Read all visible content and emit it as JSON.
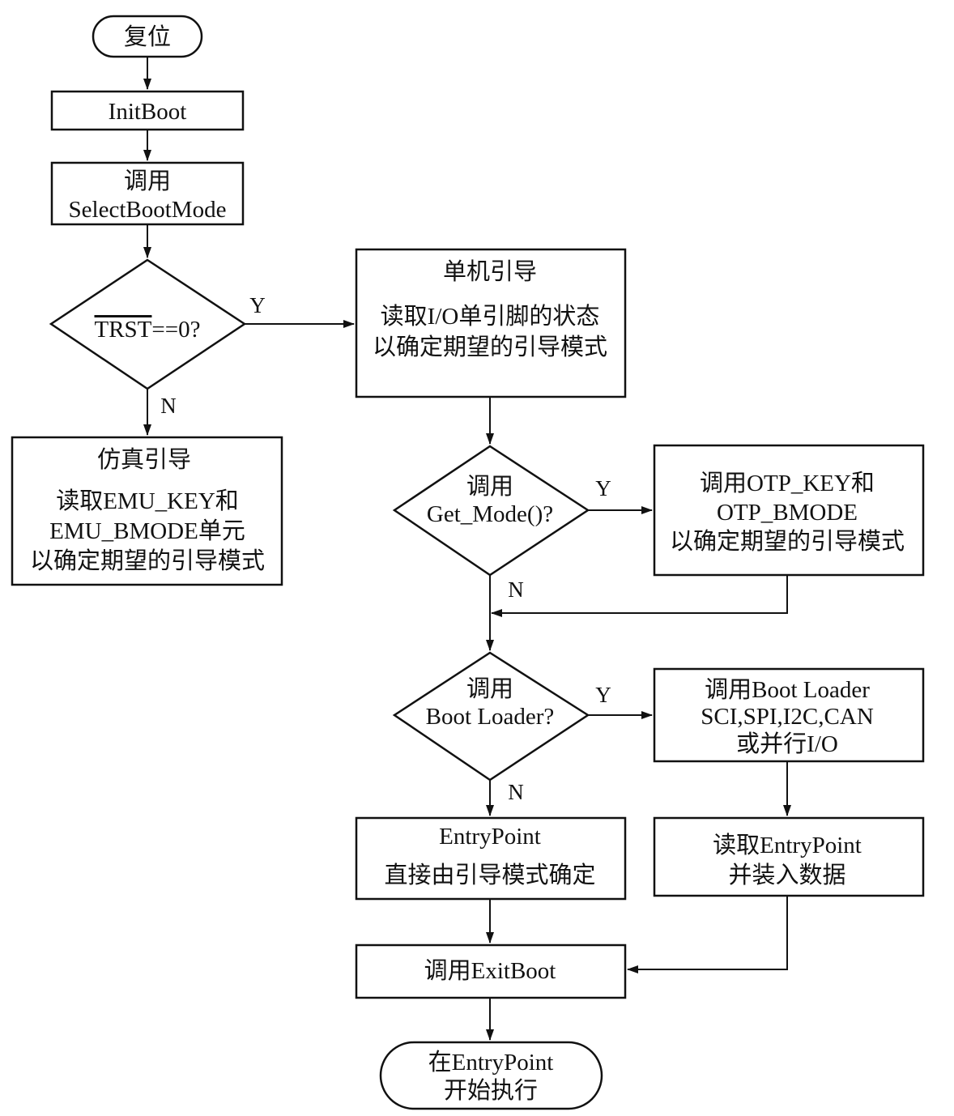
{
  "nodes": {
    "reset": "复位",
    "init_boot": "InitBoot",
    "select_boot": {
      "line1": "调用",
      "line2": "SelectBootMode"
    },
    "trst": {
      "overline": "TRST",
      "rest": "==0?"
    },
    "standalone": {
      "title": "单机引导",
      "line1": "读取I/O单引脚的状态",
      "line2": "以确定期望的引导模式"
    },
    "emulation": {
      "title": "仿真引导",
      "line1": "读取EMU_KEY和",
      "line2": "EMU_BMODE单元",
      "line3": "以确定期望的引导模式"
    },
    "get_mode": {
      "line1": "调用",
      "line2": "Get_Mode()?"
    },
    "otp": {
      "line1": "调用OTP_KEY和",
      "line2": "OTP_BMODE",
      "line3": "以确定期望的引导模式"
    },
    "boot_loader_q": {
      "line1": "调用",
      "line2": "Boot Loader?"
    },
    "boot_loader_call": {
      "line1": "调用Boot Loader",
      "line2": "SCI,SPI,I2C,CAN",
      "line3": "或并行I/O"
    },
    "entry_direct": {
      "line1": "EntryPoint",
      "line2": "直接由引导模式确定"
    },
    "entry_read": {
      "line1": "读取EntryPoint",
      "line2": "并装入数据"
    },
    "exit_boot": "调用ExitBoot",
    "start": {
      "line1": "在EntryPoint",
      "line2": "开始执行"
    }
  },
  "branch_labels": {
    "yes": "Y",
    "no": "N"
  }
}
